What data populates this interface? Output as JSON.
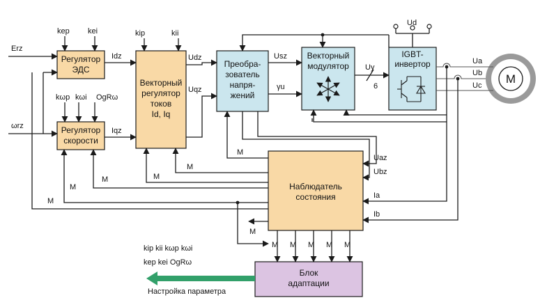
{
  "colors": {
    "regulator_fill": "#f9d9a6",
    "converter_fill": "#cbe6ee",
    "adaptation_fill": "#dcc4e2",
    "arrow_green": "#32a06a",
    "motor_ring": "#8c8c8c"
  },
  "blocks": {
    "emf_regulator": [
      "Регулятор",
      "ЭДС"
    ],
    "speed_regulator": [
      "Регулятор",
      "скорости"
    ],
    "current_regulator": [
      "Векторный",
      "регулятор",
      "токов",
      "Id, Iq"
    ],
    "voltage_converter": [
      "Преобра-",
      "зователь",
      "напря-",
      "жений"
    ],
    "vector_modulator": [
      "Векторный",
      "модулятор"
    ],
    "igbt_inverter": [
      "IGBT-",
      "инвертор"
    ],
    "observer": [
      "Наблюдатель",
      "состояния"
    ],
    "adaptation": [
      "Блок",
      "адаптации"
    ],
    "motor": "M"
  },
  "inputs": {
    "erz": "Erz",
    "wrz": "ωrz"
  },
  "params": {
    "kep": "kep",
    "kei": "kei",
    "kip": "kip",
    "kii": "kii",
    "kwp": "kωp",
    "kwi": "kωi",
    "ogrw": "OgRω"
  },
  "signals": {
    "idz": "Idz",
    "iqz": "Iqz",
    "udz": "Udz",
    "uqz": "Uqz",
    "usz": "Usz",
    "gamma": "γu",
    "uy": "Uy",
    "bus_width": "6",
    "ud": "Ud",
    "ua": "Ua",
    "ub": "Ub",
    "uc": "Uc",
    "uaz": "Uaz",
    "ubz": "Ubz",
    "ia": "Ia",
    "ib": "Ib",
    "m": "M"
  },
  "legend": {
    "row1": "kip  kii  kωp  kωi",
    "row2": "kep  kei   OgRω"
  },
  "tuning_label": "Настройка параметра"
}
